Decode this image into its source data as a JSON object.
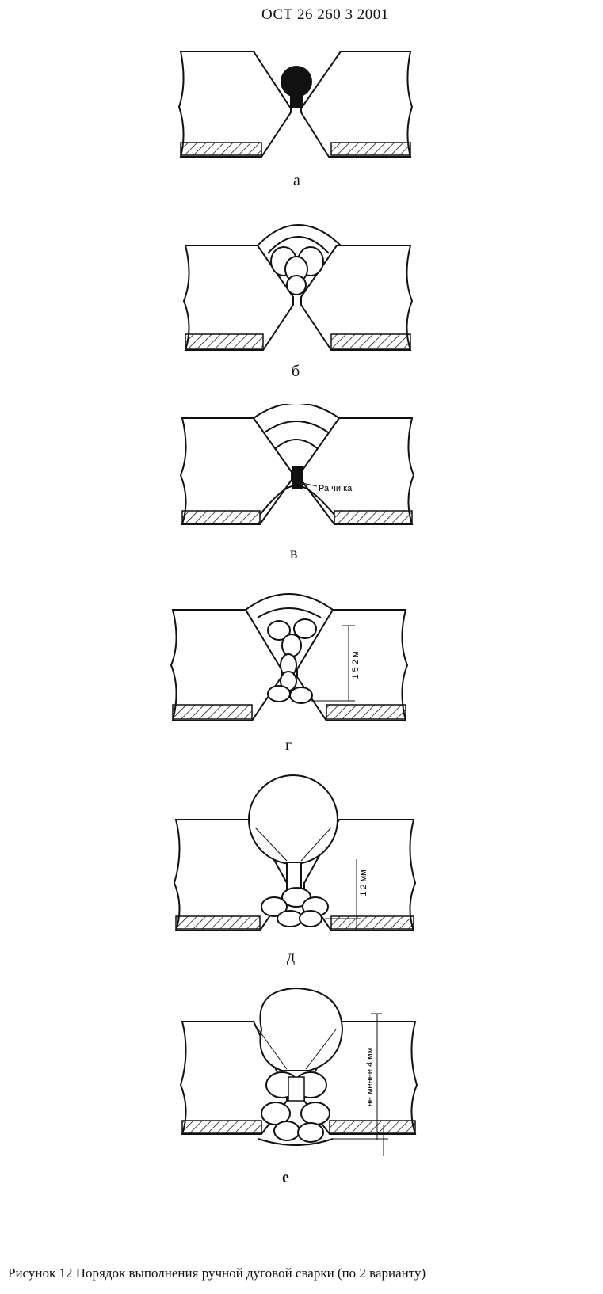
{
  "header": {
    "doc_code": "ОСТ 26 260 3 2001"
  },
  "figures": [
    {
      "label": "а"
    },
    {
      "label": "б"
    },
    {
      "label": "в",
      "callout": "Ра чи ка"
    },
    {
      "label": "г",
      "dimension": "1 5 2 м"
    },
    {
      "label": "д",
      "dimension": "1 2 мм"
    },
    {
      "label": "е",
      "dimension": "не менее 4 мм"
    }
  ],
  "caption": "Рисунок 12  Порядок выполнения ручной дуговой сварки (по 2 варианту)"
}
